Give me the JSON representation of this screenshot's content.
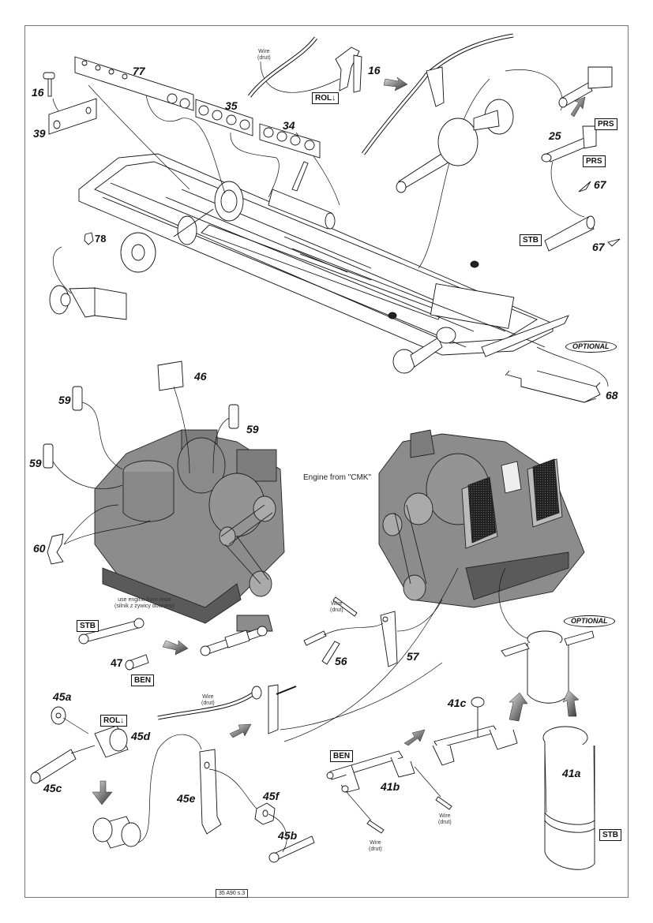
{
  "sheet": {
    "page_ref": "35 A90 s.3",
    "engine_caption": "Engine from \"CMK\"",
    "resin_note": "use engine from resin\n(silnik z żywicy dowolny)"
  },
  "part_labels": {
    "p16_left": "16",
    "p39": "39",
    "p77": "77",
    "p35": "35",
    "p34": "34",
    "p16_top": "16",
    "p25": "25",
    "p67_top": "67",
    "p67_bottom": "67",
    "p78": "78",
    "p68": "68",
    "p46": "46",
    "p59_a": "59",
    "p59_b": "59",
    "p59_c": "59",
    "p60": "60",
    "p47": "47",
    "p56": "56",
    "p57": "57",
    "p45a": "45a",
    "p45d": "45d",
    "p45c": "45c",
    "p45e": "45e",
    "p45f": "45f",
    "p45b": "45b",
    "p41c": "41c",
    "p41b": "41b",
    "p41a": "41a"
  },
  "material_tags": {
    "rol_top": "ROL",
    "prs_1": "PRS",
    "prs_2": "PRS",
    "stb_top": "STB",
    "stb_mid": "STB",
    "ben_mid": "BEN",
    "rol_bottom": "ROL",
    "ben_bottom": "BEN",
    "stb_bottom": "STB"
  },
  "optional_badges": {
    "optional_1": "OPTIONAL",
    "optional_2": "OPTIONAL"
  },
  "wire_notes": {
    "wire_top": "Wire\n(drut)",
    "wire_57": "Wire\n(drut)",
    "wire_45": "Wire\n(drut)",
    "wire_41b_left": "Wire\n(drut)",
    "wire_41b_right": "Wire\n(drut)"
  },
  "colors": {
    "line": "#111111",
    "engine_fill": "#8c8c8c",
    "engine_dark": "#5a5a5a",
    "arrow_dark": "#3a3a3a",
    "arrow_light": "#d8d8d8",
    "frame": "#777777"
  }
}
